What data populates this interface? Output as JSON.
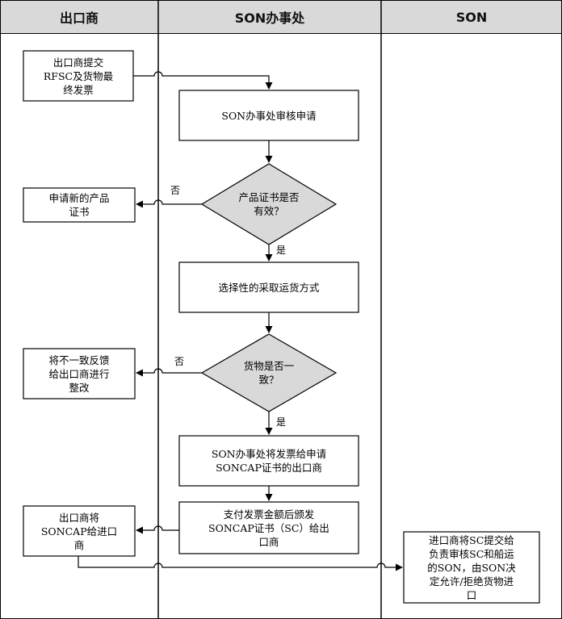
{
  "lanes": [
    {
      "title": "出口商"
    },
    {
      "title": "SON办事处"
    },
    {
      "title": "SON"
    }
  ],
  "nodes": {
    "exporter_submit": "出口商提交\nRFSC及货物最\n终发票",
    "office_review": "SON办事处审核申请",
    "cert_valid_q": "产品证书是否\n有效？",
    "apply_new_cert": "申请新的产品\n证书",
    "select_shipping": "选择性的采取运货方式",
    "goods_consistent_q": "货物是否一\n致？",
    "feedback_rectify": "将不一致反馈\n给出口商进行\n整改",
    "send_invoice": "SON办事处将发票给申请\nSONCAP证书的出口商",
    "issue_sc": "支付发票金额后颁发\nSONCAP证书（SC）给出\n口商",
    "exporter_give": "出口商将\nSONCAP给进口\n商",
    "importer_submit": "进口商将SC提交给\n负责审核SC和船运\n的SON，由SON决\n定允许/拒绝货物进\n口"
  },
  "edge_labels": {
    "no_1": "否",
    "yes_1": "是",
    "no_2": "否",
    "yes_2": "是"
  },
  "colors": {
    "header_fill": "#d9d9d9",
    "decision_fill": "#d9d9d9",
    "box_fill": "#ffffff",
    "line": "#000000"
  }
}
